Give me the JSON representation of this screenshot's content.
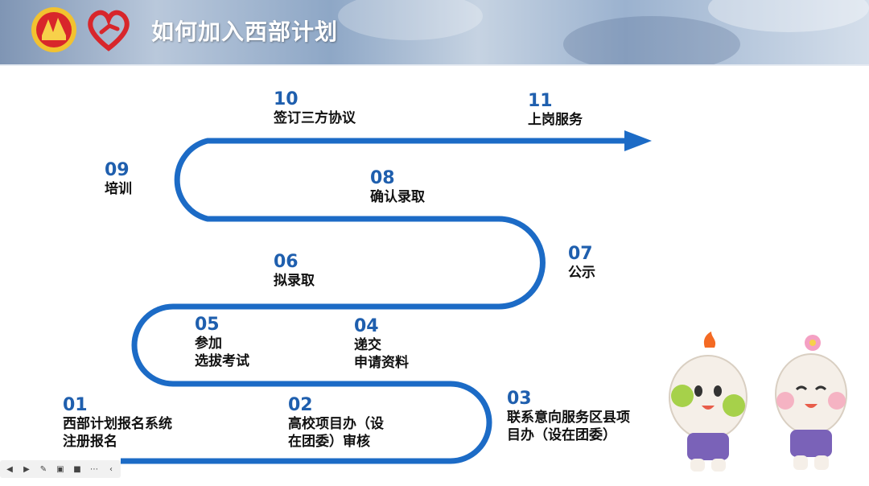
{
  "header": {
    "title": "如何加入西部计划"
  },
  "steps": {
    "s01": {
      "num": "01",
      "label": "西部计划报名系统\n注册报名"
    },
    "s02": {
      "num": "02",
      "label": "高校项目办（设\n在团委）审核"
    },
    "s03": {
      "num": "03",
      "label": "联系意向服务区县项\n目办（设在团委）"
    },
    "s04": {
      "num": "04",
      "label": "递交\n申请资料"
    },
    "s05": {
      "num": "05",
      "label": "参加\n选拔考试"
    },
    "s06": {
      "num": "06",
      "label": "拟录取"
    },
    "s07": {
      "num": "07",
      "label": "公示"
    },
    "s08": {
      "num": "08",
      "label": "确认录取"
    },
    "s09": {
      "num": "09",
      "label": "培训"
    },
    "s10": {
      "num": "10",
      "label": "签订三方协议"
    },
    "s11": {
      "num": "11",
      "label": "上岗服务"
    }
  },
  "colors": {
    "path": "#1c6bc6",
    "number": "#1f5fae",
    "header": "#8ea7c6"
  },
  "toolbar": {
    "icons": [
      "prev-icon",
      "next-icon",
      "pen-icon",
      "screen-icon",
      "camera-icon",
      "more-icon",
      "collapse-icon"
    ]
  }
}
